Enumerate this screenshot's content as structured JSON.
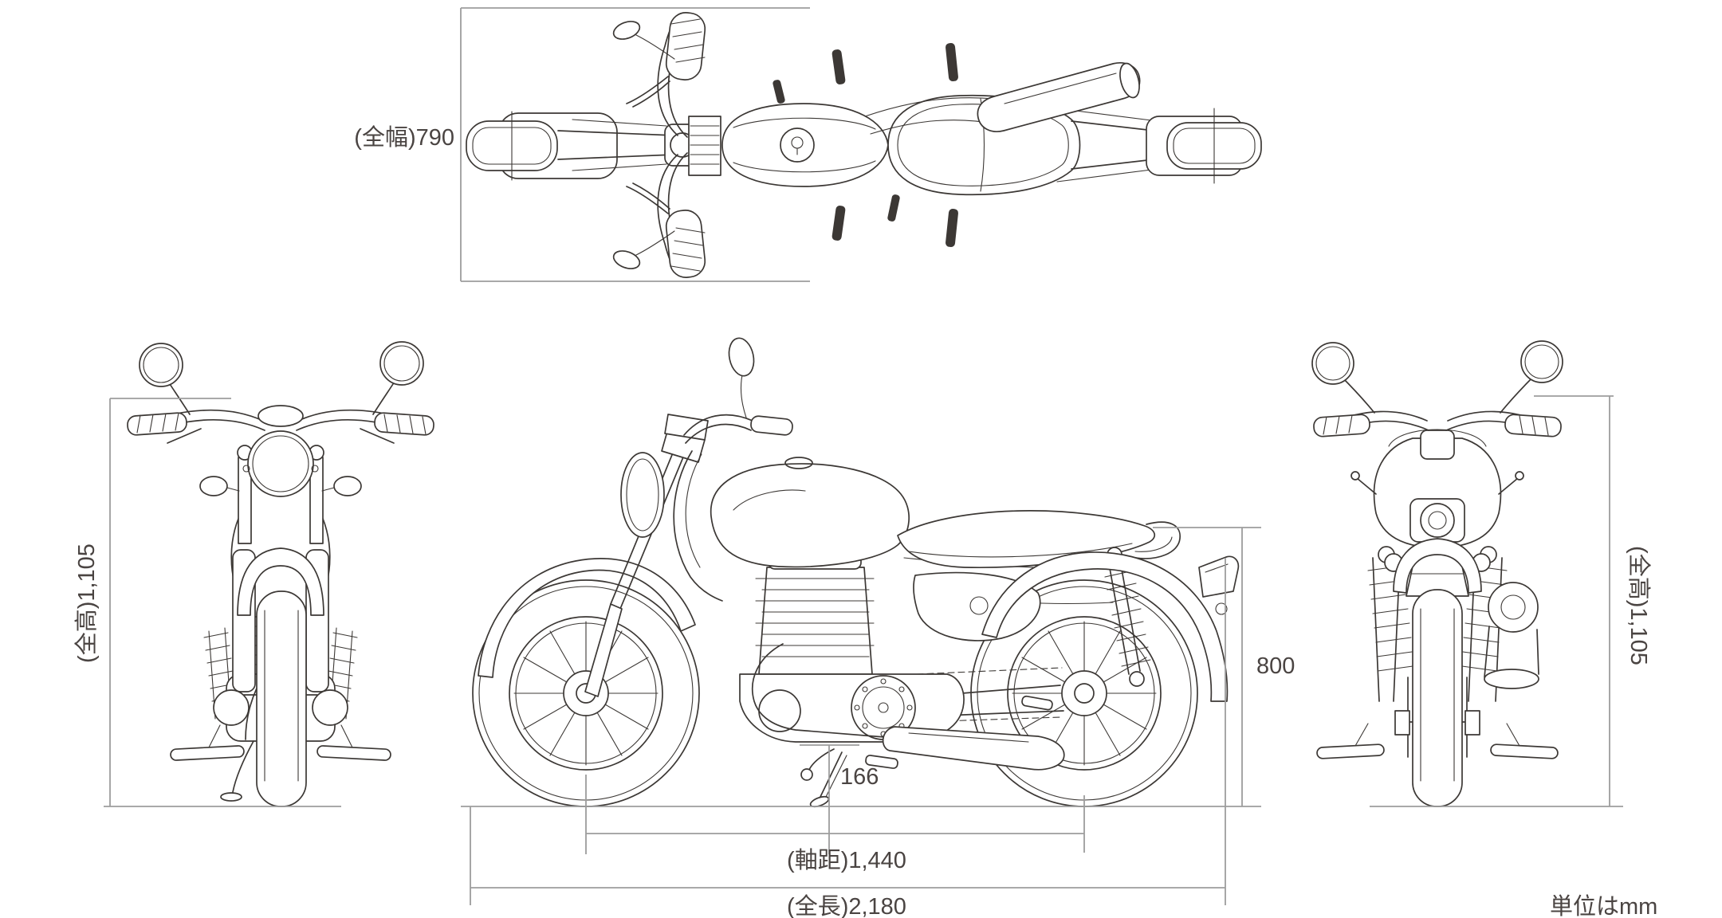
{
  "diagram": {
    "type": "motorcycle-four-view-dimension-drawing",
    "units_note": "単位はmm",
    "dimensions": {
      "overall_width": {
        "label": "(全幅)790",
        "value_mm": 790
      },
      "overall_height_front_view": {
        "label": "(全高)1,105",
        "value_mm": 1105
      },
      "overall_height_rear_view": {
        "label": "(全高)1,105",
        "value_mm": 1105
      },
      "ground_clearance": {
        "label": "166",
        "value_mm": 166
      },
      "seat_height": {
        "label": "800",
        "value_mm": 800
      },
      "wheelbase": {
        "label": "(軸距)1,440",
        "value_mm": 1440
      },
      "overall_length": {
        "label": "(全長)2,180",
        "value_mm": 2180
      }
    }
  },
  "colors": {
    "background": "#ffffff",
    "artwork_line": "#3c3835",
    "dimension_line": "#9d9d9d",
    "label_text": "#4a4442"
  }
}
